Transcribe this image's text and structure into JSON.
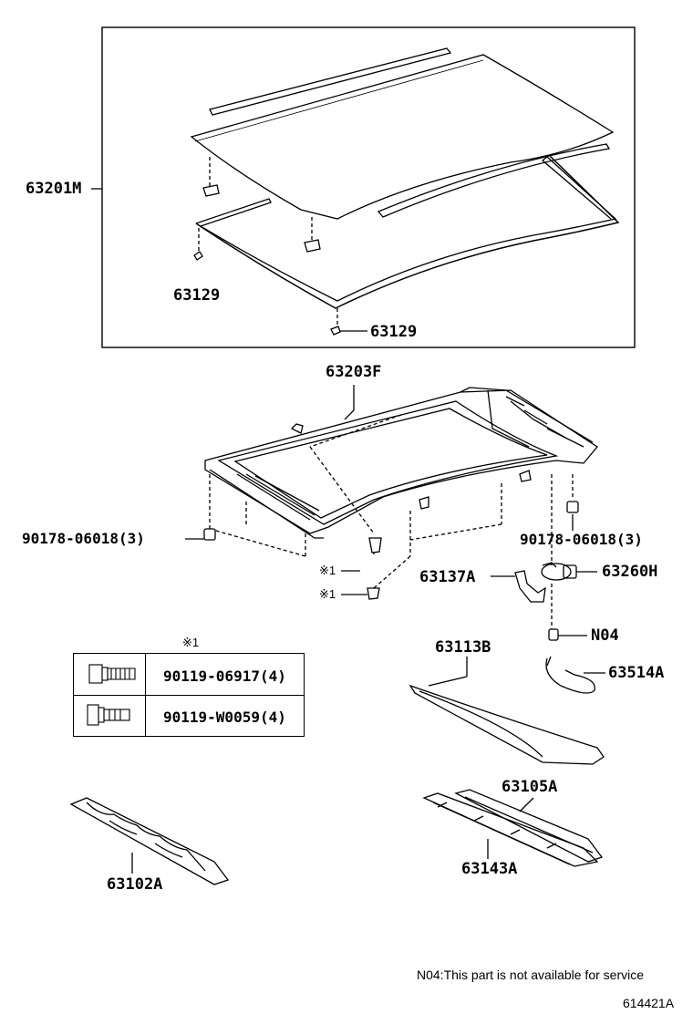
{
  "labels": {
    "roof_glass": "63201M",
    "spacer_a": "63129",
    "spacer_b": "63129",
    "frame": "63203F",
    "nut_left": "90178-06018(3)",
    "nut_right": "90178-06018(3)",
    "bolt_ref_a": "※1",
    "bolt_ref_b": "※1",
    "bracket": "63137A",
    "motor": "63260H",
    "n04": "N04",
    "shade": "63113B",
    "hose": "63514A",
    "rail_r": "63105A",
    "rail_l": "63143A",
    "front_panel": "63102A"
  },
  "table": {
    "header": "※1",
    "rows": [
      {
        "part": "90119-06917(4)",
        "icon": "flange-bolt-icon"
      },
      {
        "part": "90119-W0059(4)",
        "icon": "hex-bolt-icon"
      }
    ]
  },
  "footer": {
    "note": "N04:This part is not available for service",
    "code": "614421A"
  }
}
